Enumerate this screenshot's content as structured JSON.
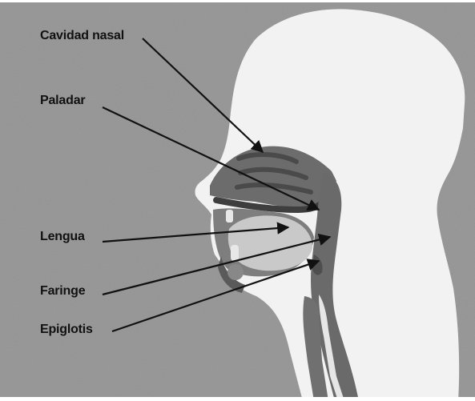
{
  "labels": {
    "cavidad_nasal": "Cavidad nasal",
    "paladar": "Paladar",
    "lengua": "Lengua",
    "faringe": "Faringe",
    "epiglotis": "Epiglotis"
  },
  "colors": {
    "background": "#9a9a9a",
    "head": "#f2f2f2",
    "tissue": "#666666",
    "cavity": "#8a8a8a",
    "text": "#111111"
  }
}
